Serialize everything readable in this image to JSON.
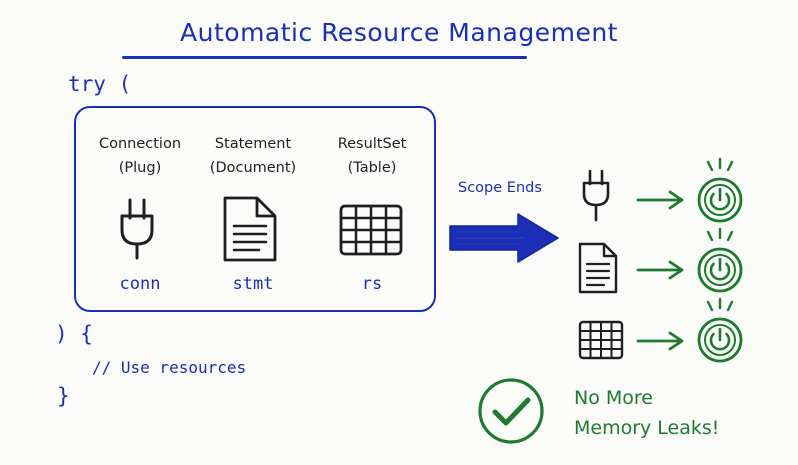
{
  "title": "Automatic Resource Management",
  "code": {
    "try_open": "try (",
    "close_paren_brace": ") {",
    "comment": "// Use resources",
    "close_brace": "}"
  },
  "resources": [
    {
      "type": "Connection",
      "alias": "(Plug)",
      "var": "conn",
      "icon": "plug-icon"
    },
    {
      "type": "Statement",
      "alias": "(Document)",
      "var": "stmt",
      "icon": "document-icon"
    },
    {
      "type": "ResultSet",
      "alias": "(Table)",
      "var": "rs",
      "icon": "table-icon"
    }
  ],
  "transition": {
    "label": "Scope Ends"
  },
  "outcome": {
    "line1": "No More",
    "line2": "Memory Leaks!"
  },
  "colors": {
    "blue": "#1a2fb5",
    "green": "#1d7a2e",
    "ink": "#1f1f1f"
  }
}
